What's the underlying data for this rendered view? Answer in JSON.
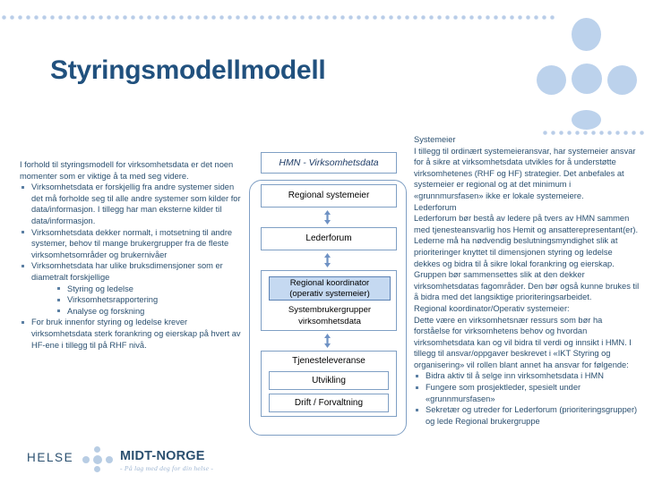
{
  "slide": {
    "title": "Styringsmodellmodell"
  },
  "decor": {
    "dot_rule_icon": "dotted-rule",
    "circle_cluster_icon": "circle-cluster",
    "colors": {
      "title": "#21517e",
      "body_text": "#2b5070",
      "box_border": "#7f9fc4",
      "highlight_fill": "#c5d9f1",
      "dot_light": "#bcd2ec",
      "dot_dark": "#8098be"
    }
  },
  "left_column": {
    "lead": "I forhold til styringsmodell for virksomhetsdata er det noen momenter som er viktige å ta med seg videre.",
    "bullets": [
      {
        "text": "Virksomhetsdata er forskjellig fra andre systemer siden det må forholde seg til alle andre systemer som kilder for data/informasjon. I tillegg har man eksterne kilder til data/informasjon."
      },
      {
        "text": "Virksomhetsdata dekker normalt, i motsetning til andre systemer, behov til mange brukergrupper fra de fleste virksomhetsområder og brukernivåer"
      },
      {
        "text": "Virksomhetsdata har ulike bruksdimensjoner som er diametralt forskjellige",
        "subbullets": [
          "Styring og ledelse",
          "Virksomhetsrapportering",
          "Analyse og forskning"
        ]
      },
      {
        "text": "For bruk innenfor styring og ledelse krever virksomhetsdata sterk forankring og eierskap på hvert av HF-ene i tillegg til på RHF nivå."
      }
    ]
  },
  "diagram": {
    "title_box": "HMN - Virksomhetsdata",
    "regional_systemeier": "Regional systemeier",
    "lederforum": "Lederforum",
    "regional_koordinator_line1": "Regional koordinator",
    "regional_koordinator_line2": "(operativ systemeier)",
    "systembrukergrupper_line1": "Systembrukergrupper",
    "systembrukergrupper_line2": "virksomhetsdata",
    "tjenesteleveranse": "Tjenesteleveranse",
    "utvikling": "Utvikling",
    "drift_forvaltning": "Drift / Forvaltning",
    "arrow_icon": "double-arrow-vertical-icon"
  },
  "right_column": {
    "sections": [
      {
        "heading": "Systemeier",
        "body": "I tillegg til ordinært systemeieransvar, har systemeier ansvar for å sikre at virksomhetsdata utvikles for å understøtte virksomhetenes (RHF og HF) strategier. Det anbefales at systemeier er regional og at det minimum i «grunnmursfasen» ikke er lokale systemeiere."
      },
      {
        "heading": "Lederforum",
        "body": "Lederforum bør bestå av ledere på tvers av HMN sammen med tjenesteansvarlig hos Hemit og ansatterepresentant(er). Lederne må ha nødvendig beslutningsmyndighet slik at prioriteringer knyttet til dimensjonen styring og ledelse dekkes og bidra til å sikre lokal forankring og eierskap. Gruppen bør sammensettes slik at den dekker virksomhetsdatas fagområder. Den bør også kunne brukes til å bidra med det langsiktige prioriteringsarbeidet."
      },
      {
        "heading": "Regional koordinator/Operativ systemeier:",
        "body": "Dette være en virksomhetsnær ressurs som bør ha forståelse for virksomhetens behov og hvordan virksomhetsdata kan og vil bidra til verdi og innsikt i HMN. I tillegg til ansvar/oppgaver beskrevet i «IKT Styring og organisering» vil rollen blant annet ha ansvar for følgende:",
        "bullets": [
          "Bidra aktiv til å selge inn virksomhetsdata i HMN",
          "Fungere som prosjektleder, spesielt under «grunnmursfasen»",
          "Sekretær og utreder for Lederforum (prioriteringsgrupper) og lede Regional brukergruppe"
        ]
      }
    ]
  },
  "logo": {
    "helse": "HELSE",
    "midt_norge": "MIDT-NORGE",
    "tagline": "- På lag med deg for din helse -"
  }
}
